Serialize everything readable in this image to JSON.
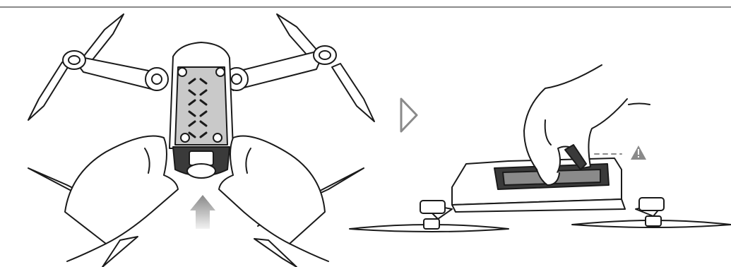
{
  "panels": [
    {
      "id": "left",
      "subject": "drone-underside-battery-insertion"
    },
    {
      "id": "right",
      "subject": "drone-side-battery-latch-press"
    }
  ],
  "icons": {
    "step_arrow": "outline-right-triangle",
    "push_arrow": "up-arrow",
    "warning": "warning-triangle"
  },
  "colors": {
    "line": "#1a1a1a",
    "battery_gray": "#c9c9c9",
    "body_dark": "#3a3a3a",
    "arrow_gray": "#8a8a8a",
    "rule": "#8a8a8a"
  }
}
